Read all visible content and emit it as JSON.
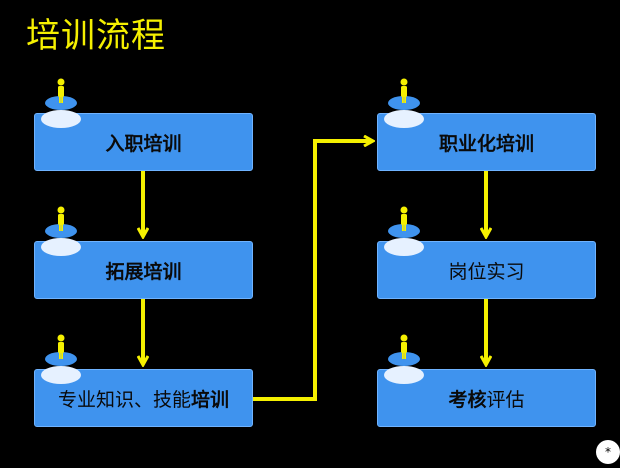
{
  "title": "培训流程",
  "colors": {
    "accent": "#f5f000",
    "box": "#3f93ee",
    "icon": "#3f93ee"
  },
  "steps": [
    {
      "id": "onboarding",
      "parts": [
        {
          "text": "入职培训",
          "bold": true
        }
      ]
    },
    {
      "id": "expansion",
      "parts": [
        {
          "text": "拓展培训",
          "bold": true
        }
      ]
    },
    {
      "id": "professional",
      "parts": [
        {
          "text": "专业知识、技能",
          "bold": false
        },
        {
          "text": "培训",
          "bold": true
        }
      ]
    },
    {
      "id": "career",
      "parts": [
        {
          "text": "职业化培训",
          "bold": true
        }
      ]
    },
    {
      "id": "internship",
      "parts": [
        {
          "text": "岗位实习",
          "bold": false
        }
      ]
    },
    {
      "id": "assessment",
      "parts": [
        {
          "text": "考核",
          "bold": true
        },
        {
          "text": "评估",
          "bold": false
        }
      ]
    }
  ],
  "corner_badge": "*"
}
